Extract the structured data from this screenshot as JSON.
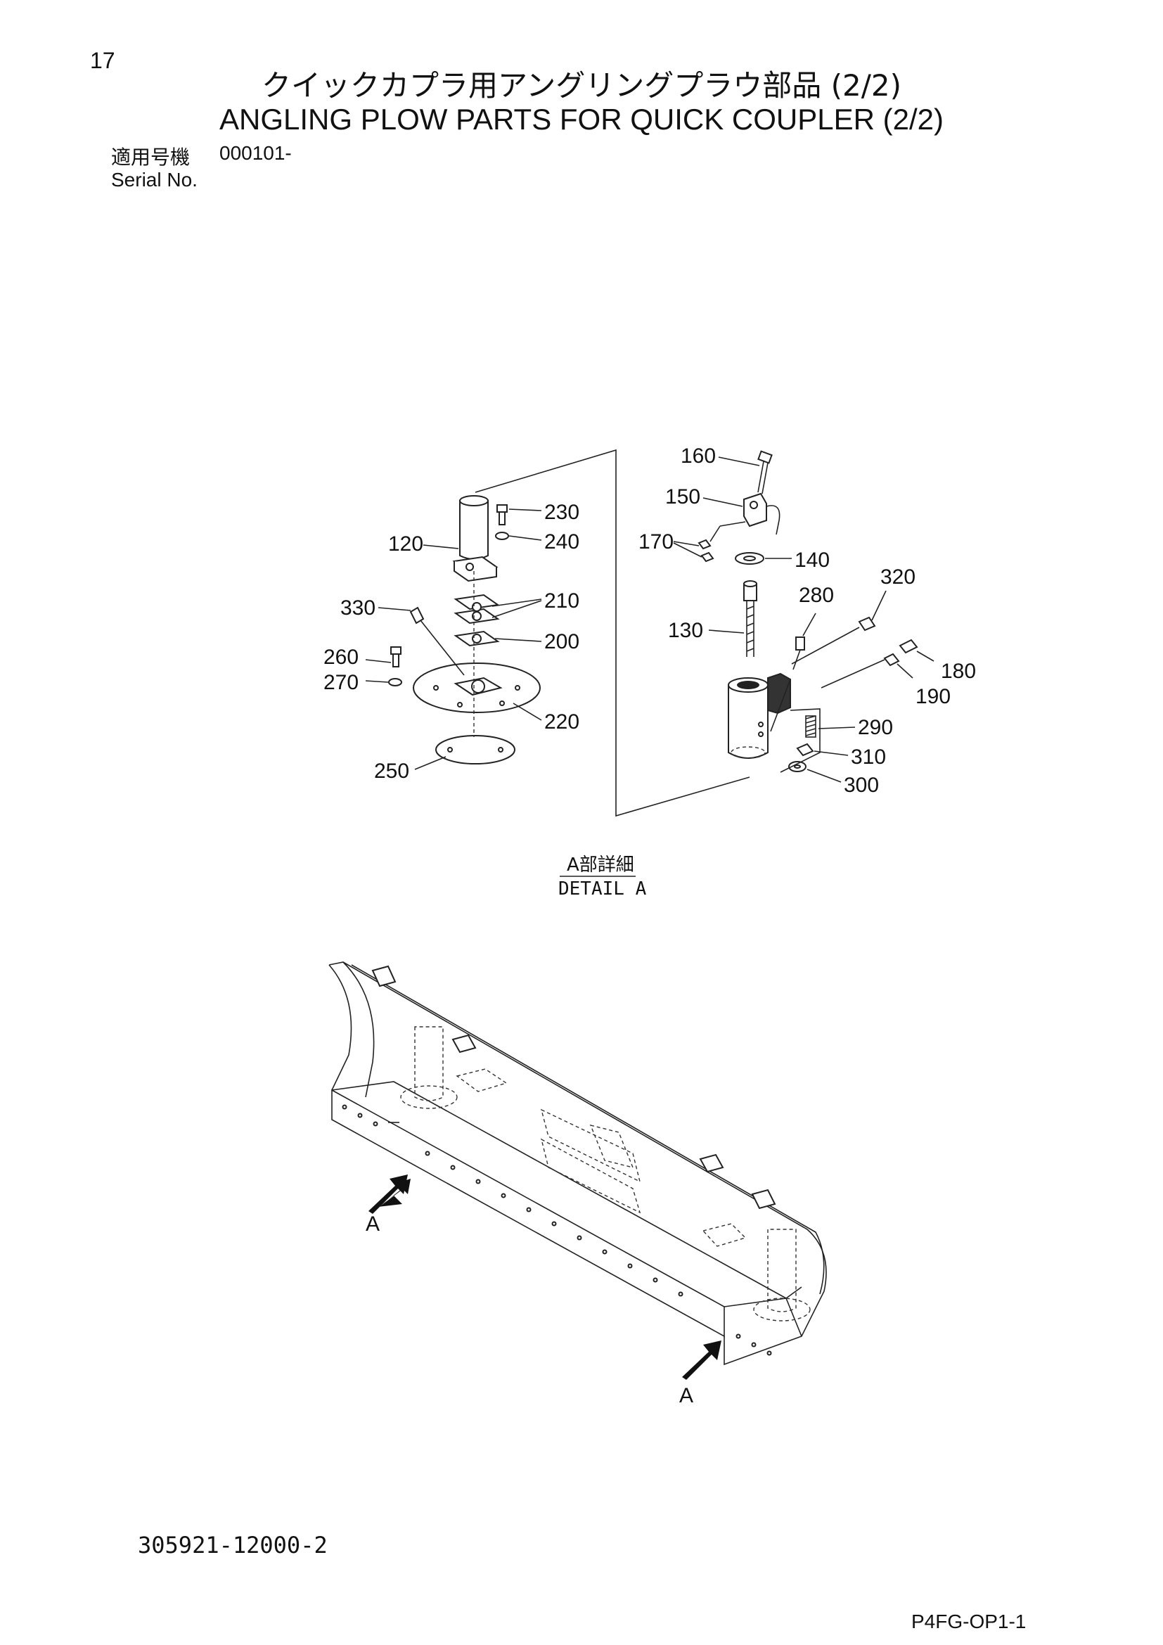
{
  "header": {
    "page_number": "17",
    "title_ja": "クイックカプラ用アングリングプラウ部品 (2/2)",
    "title_en": "ANGLING PLOW PARTS FOR QUICK COUPLER (2/2)",
    "serial_label_ja": "適用号機",
    "serial_value": "000101-",
    "serial_label_en": "Serial No."
  },
  "diagram": {
    "detail_label_ja": "A部詳細",
    "detail_label_en": "DETAIL A",
    "arrow_label_1": "A",
    "arrow_label_2": "A",
    "callouts": {
      "c120": "120",
      "c230": "230",
      "c240": "240",
      "c210": "210",
      "c200": "200",
      "c330": "330",
      "c260": "260",
      "c270": "270",
      "c220": "220",
      "c250": "250",
      "c160": "160",
      "c150": "150",
      "c170": "170",
      "c140": "140",
      "c320": "320",
      "c280": "280",
      "c130": "130",
      "c180": "180",
      "c190": "190",
      "c290": "290",
      "c310": "310",
      "c300": "300"
    }
  },
  "footer": {
    "doc_number": "305921-12000-2",
    "page_code": "P4FG-OP1-1"
  }
}
